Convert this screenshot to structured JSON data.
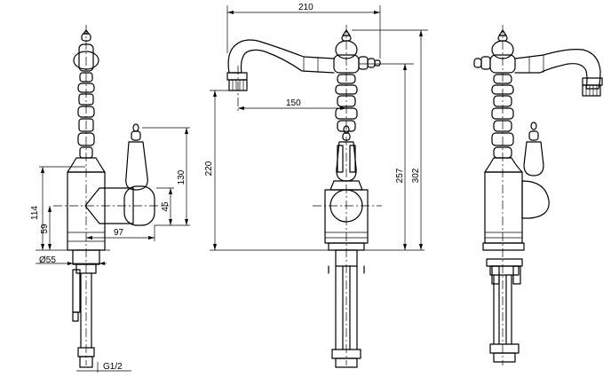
{
  "dimensions": {
    "side_left": {
      "height_114": "114",
      "height_59": "59",
      "diameter_55": "Ø55",
      "handle_height_130": "130",
      "handle_height_45": "45",
      "projection_97": "97",
      "thread_g12": "G1/2"
    },
    "front": {
      "width_210": "210",
      "reach_150": "150",
      "spout_height_220": "220",
      "height_257": "257",
      "total_height_302": "302"
    }
  }
}
